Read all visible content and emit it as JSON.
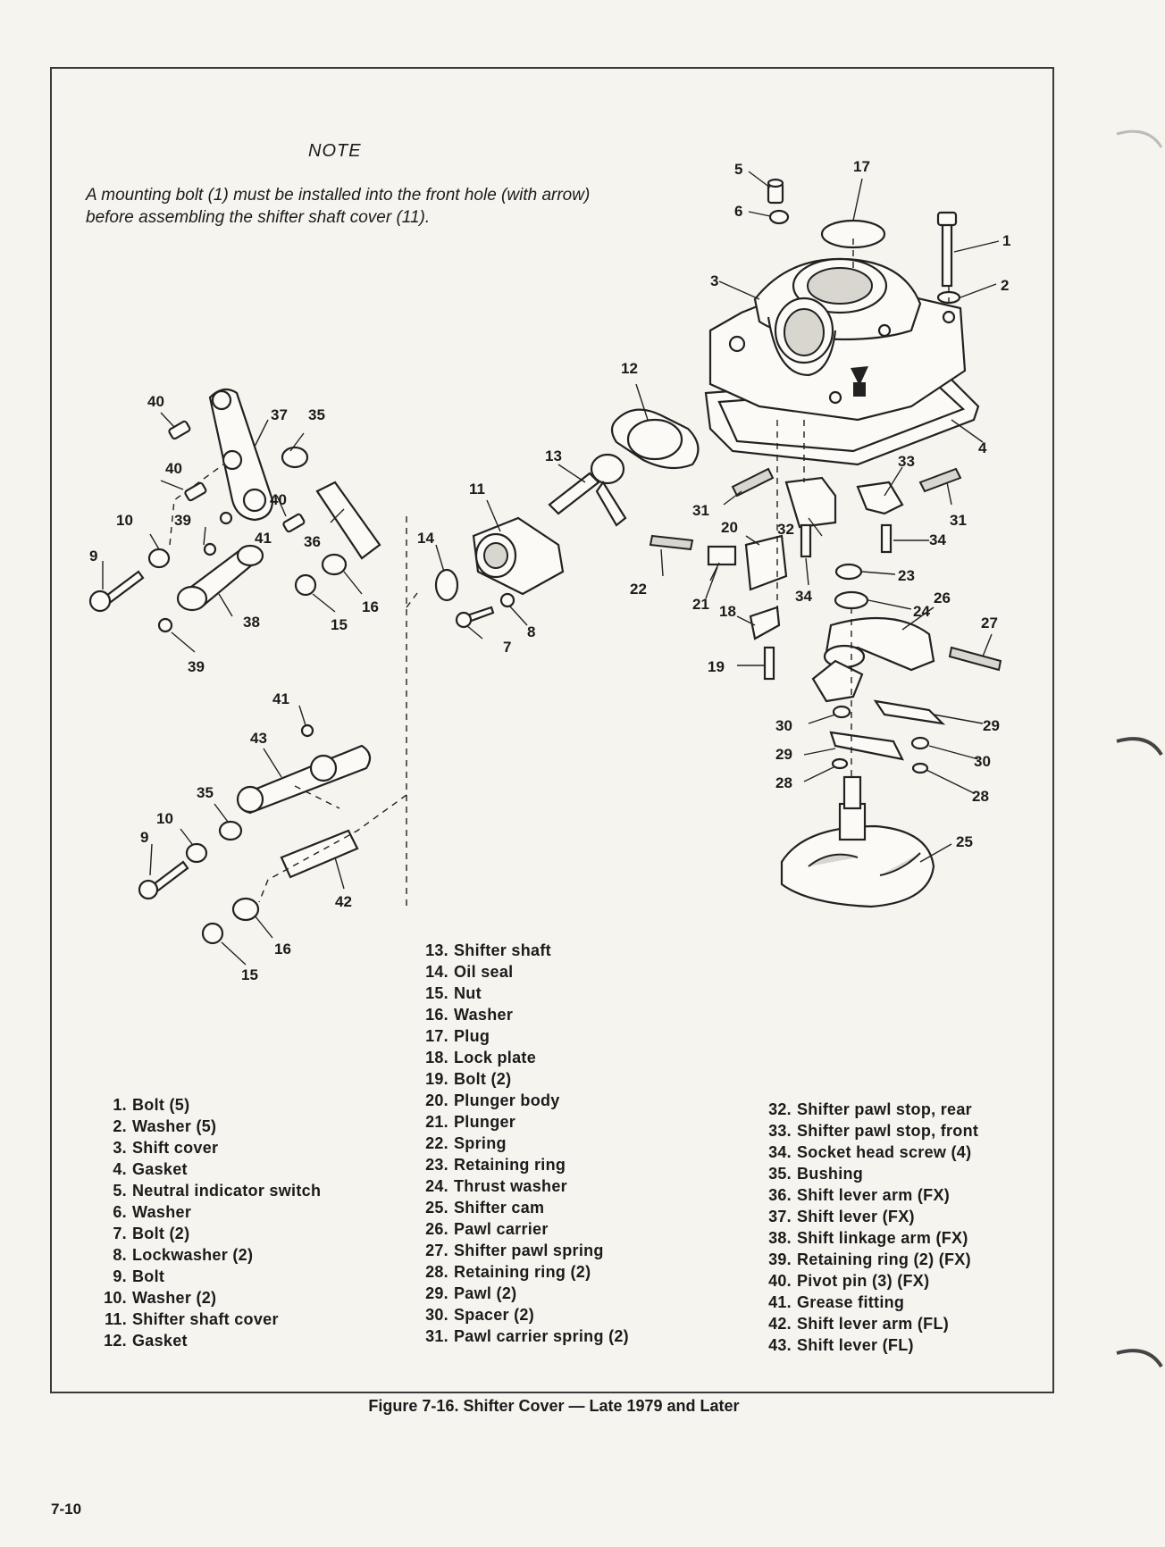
{
  "note": {
    "title": "NOTE",
    "text": "A mounting bolt (1) must be installed into the front hole (with arrow) before assembling the shifter shaft cover (11)."
  },
  "callouts": {
    "c1": "1",
    "c2": "2",
    "c3": "3",
    "c4": "4",
    "c5": "5",
    "c6": "6",
    "c7": "7",
    "c8": "8",
    "c9a": "9",
    "c9b": "9",
    "c10a": "10",
    "c10b": "10",
    "c11": "11",
    "c12": "12",
    "c13": "13",
    "c14": "14",
    "c15a": "15",
    "c15b": "15",
    "c16a": "16",
    "c16b": "16",
    "c17": "17",
    "c18": "18",
    "c19": "19",
    "c20": "20",
    "c21": "21",
    "c22": "22",
    "c23": "23",
    "c24": "24",
    "c25": "25",
    "c26": "26",
    "c27": "27",
    "c28a": "28",
    "c28b": "28",
    "c29a": "29",
    "c29b": "29",
    "c30a": "30",
    "c30b": "30",
    "c31a": "31",
    "c31b": "31",
    "c32": "32",
    "c33": "33",
    "c34a": "34",
    "c34b": "34",
    "c35a": "35",
    "c35b": "35",
    "c36": "36",
    "c37": "37",
    "c38": "38",
    "c39a": "39",
    "c39b": "39",
    "c40a": "40",
    "c40b": "40",
    "c40c": "40",
    "c41a": "41",
    "c41b": "41",
    "c42": "42",
    "c43": "43"
  },
  "legend": {
    "col1": [
      {
        "n": "1.",
        "t": "Bolt (5)"
      },
      {
        "n": "2.",
        "t": "Washer (5)"
      },
      {
        "n": "3.",
        "t": "Shift cover"
      },
      {
        "n": "4.",
        "t": "Gasket"
      },
      {
        "n": "5.",
        "t": "Neutral indicator switch"
      },
      {
        "n": "6.",
        "t": "Washer"
      },
      {
        "n": "7.",
        "t": "Bolt (2)"
      },
      {
        "n": "8.",
        "t": "Lockwasher (2)"
      },
      {
        "n": "9.",
        "t": "Bolt"
      },
      {
        "n": "10.",
        "t": "Washer (2)"
      },
      {
        "n": "11.",
        "t": "Shifter shaft cover"
      },
      {
        "n": "12.",
        "t": "Gasket"
      }
    ],
    "col2": [
      {
        "n": "13.",
        "t": "Shifter shaft"
      },
      {
        "n": "14.",
        "t": "Oil seal"
      },
      {
        "n": "15.",
        "t": "Nut"
      },
      {
        "n": "16.",
        "t": "Washer"
      },
      {
        "n": "17.",
        "t": "Plug"
      },
      {
        "n": "18.",
        "t": "Lock plate"
      },
      {
        "n": "19.",
        "t": "Bolt (2)"
      },
      {
        "n": "20.",
        "t": "Plunger body"
      },
      {
        "n": "21.",
        "t": "Plunger"
      },
      {
        "n": "22.",
        "t": "Spring"
      },
      {
        "n": "23.",
        "t": "Retaining ring"
      },
      {
        "n": "24.",
        "t": "Thrust washer"
      },
      {
        "n": "25.",
        "t": "Shifter cam"
      },
      {
        "n": "26.",
        "t": "Pawl carrier"
      },
      {
        "n": "27.",
        "t": "Shifter pawl spring"
      },
      {
        "n": "28.",
        "t": "Retaining ring (2)"
      },
      {
        "n": "29.",
        "t": "Pawl (2)"
      },
      {
        "n": "30.",
        "t": "Spacer (2)"
      },
      {
        "n": "31.",
        "t": "Pawl carrier spring (2)"
      }
    ],
    "col3": [
      {
        "n": "32.",
        "t": "Shifter pawl stop, rear"
      },
      {
        "n": "33.",
        "t": "Shifter pawl stop, front"
      },
      {
        "n": "34.",
        "t": "Socket head screw (4)"
      },
      {
        "n": "35.",
        "t": "Bushing"
      },
      {
        "n": "36.",
        "t": "Shift lever arm (FX)"
      },
      {
        "n": "37.",
        "t": "Shift lever (FX)"
      },
      {
        "n": "38.",
        "t": "Shift linkage arm (FX)"
      },
      {
        "n": "39.",
        "t": "Retaining ring (2) (FX)"
      },
      {
        "n": "40.",
        "t": "Pivot pin (3) (FX)"
      },
      {
        "n": "41.",
        "t": "Grease fitting"
      },
      {
        "n": "42.",
        "t": "Shift lever arm (FL)"
      },
      {
        "n": "43.",
        "t": "Shift lever (FL)"
      }
    ]
  },
  "caption": "Figure 7-16. Shifter Cover — Late 1979 and Later",
  "page_number": "7-10"
}
